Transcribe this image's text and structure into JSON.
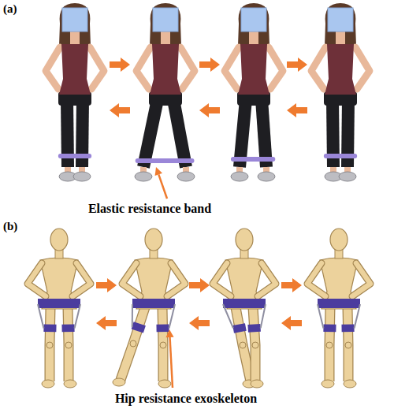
{
  "diagram": {
    "labels": [
      "(a)",
      "Elastic resistance band",
      "(b)",
      "Hip resistance exoskeleton"
    ]
  }
}
